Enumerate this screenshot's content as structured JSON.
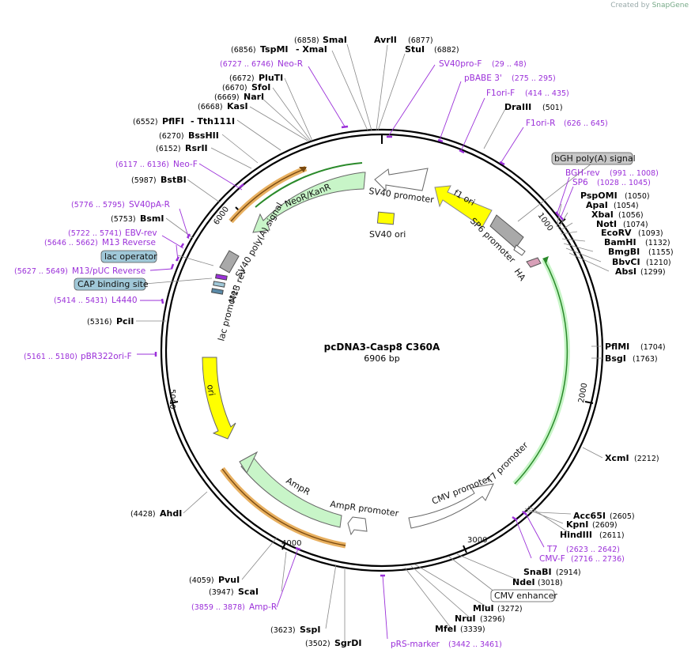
{
  "credit": {
    "prefix": "Created by",
    "brand": "SnapGene"
  },
  "plasmid": {
    "name": "pcDNA3-Casp8 C360A",
    "size": "6906 bp"
  },
  "ticks": [
    "1000",
    "2000",
    "3000",
    "4000",
    "5000",
    "6000"
  ],
  "colors": {
    "primer": "#9b30d9",
    "yellow": "#ffff00",
    "green": "#c8f5c8",
    "gray": "#a9a9a9",
    "tan": "#e8b060",
    "pink": "#d8a0b8",
    "blue": "#a0c8d8"
  },
  "features": {
    "sv40_promoter": "SV40 promoter",
    "f1_ori": "f1 ori",
    "sv40_ori": "SV40 ori",
    "neor": "NeoR/KanR",
    "sv40_polya": "SV40 poly(A) signal",
    "sp6_promoter": "SP6 promoter",
    "ha": "HA",
    "m13_rev": "M13 rev",
    "lac_promoter": "lac promoter",
    "ori": "ori",
    "ampr": "AmpR",
    "ampr_promoter": "AmpR promoter",
    "cmv_promoter": "CMV promoter",
    "t7_promoter": "T7 promoter"
  },
  "boxed": {
    "bgh": "bGH poly(A) signal",
    "lac_operator": "lac operator",
    "cap": "CAP binding site",
    "cmv_enhancer": "CMV enhancer"
  },
  "enzymes": {
    "smai": {
      "pos": "(6858)",
      "name": "SmaI"
    },
    "tspmi": {
      "pos": "(6856)",
      "name": "TspMI"
    },
    "xmai": {
      "name": "- XmaI"
    },
    "avrii": {
      "name": "AvrII",
      "pos": "(6877)"
    },
    "stui": {
      "name": "StuI",
      "pos": "(6882)"
    },
    "pluti": {
      "pos": "(6672)",
      "name": "PluTI"
    },
    "sfoi": {
      "pos": "(6670)",
      "name": "SfoI"
    },
    "nari": {
      "pos": "(6669)",
      "name": "NarI"
    },
    "kasi": {
      "pos": "(6668)",
      "name": "KasI"
    },
    "pflfi": {
      "pos": "(6552)",
      "name": "PflFI"
    },
    "tth111i": {
      "name": "- Tth111I"
    },
    "bsshii": {
      "pos": "(6270)",
      "name": "BssHII"
    },
    "rsrii": {
      "pos": "(6152)",
      "name": "RsrII"
    },
    "bstbi": {
      "pos": "(5987)",
      "name": "BstBI"
    },
    "bsmi": {
      "pos": "(5753)",
      "name": "BsmI"
    },
    "pcii": {
      "pos": "(5316)",
      "name": "PciI"
    },
    "ahdi": {
      "pos": "(4428)",
      "name": "AhdI"
    },
    "pvui": {
      "pos": "(4059)",
      "name": "PvuI"
    },
    "scai": {
      "pos": "(3947)",
      "name": "ScaI"
    },
    "sspi": {
      "pos": "(3623)",
      "name": "SspI"
    },
    "sgrdi": {
      "pos": "(3502)",
      "name": "SgrDI"
    },
    "mfei": {
      "name": "MfeI",
      "pos": "(3339)"
    },
    "nrui": {
      "name": "NruI",
      "pos": "(3296)"
    },
    "mlui": {
      "name": "MluI",
      "pos": "(3272)"
    },
    "ndei": {
      "name": "NdeI",
      "pos": "(3018)"
    },
    "snabi": {
      "name": "SnaBI",
      "pos": "(2914)"
    },
    "hindiii": {
      "name": "HindIII",
      "pos": "(2611)"
    },
    "kpni": {
      "name": "KpnI",
      "pos": "(2609)"
    },
    "acc65i": {
      "name": "Acc65I",
      "pos": "(2605)"
    },
    "xcmi": {
      "name": "XcmI",
      "pos": "(2212)"
    },
    "bsgi": {
      "name": "BsgI",
      "pos": "(1763)"
    },
    "pflmi": {
      "name": "PflMI",
      "pos": "(1704)"
    },
    "absi": {
      "name": "AbsI",
      "pos": "(1299)"
    },
    "bbvci": {
      "name": "BbvCI",
      "pos": "(1210)"
    },
    "bmgbi": {
      "name": "BmgBI",
      "pos": "(1155)"
    },
    "bamhi": {
      "name": "BamHI",
      "pos": "(1132)"
    },
    "ecorv": {
      "name": "EcoRV",
      "pos": "(1093)"
    },
    "noti": {
      "name": "NotI",
      "pos": "(1074)"
    },
    "xbai": {
      "name": "XbaI",
      "pos": "(1056)"
    },
    "apai": {
      "name": "ApaI",
      "pos": "(1054)"
    },
    "pspomi": {
      "name": "PspOMI",
      "pos": "(1050)"
    },
    "draiii": {
      "name": "DraIII",
      "pos": "(501)"
    }
  },
  "primers": {
    "neo_r": {
      "range": "(6727 .. 6746)",
      "name": "Neo-R"
    },
    "sv40pro_f": {
      "name": "SV40pro-F",
      "range": "(29 .. 48)"
    },
    "pbabe3": {
      "name": "pBABE 3'",
      "range": "(275 .. 295)"
    },
    "f1ori_f": {
      "name": "F1ori-F",
      "range": "(414 .. 435)"
    },
    "f1ori_r": {
      "name": "F1ori-R",
      "range": "(626 .. 645)"
    },
    "bgh_rev": {
      "name": "BGH-rev",
      "range": "(991 .. 1008)"
    },
    "sp6": {
      "name": "SP6",
      "range": "(1028 .. 1045)"
    },
    "neo_f": {
      "range": "(6117 .. 6136)",
      "name": "Neo-F"
    },
    "sv40pa_r": {
      "range": "(5776 .. 5795)",
      "name": "SV40pA-R"
    },
    "ebv_rev": {
      "range": "(5722 .. 5741)",
      "name": "EBV-rev"
    },
    "m13_reverse": {
      "range": "(5646 .. 5662)",
      "name": "M13 Reverse"
    },
    "m13_puc_reverse": {
      "range": "(5627 .. 5649)",
      "name": "M13/pUC Reverse"
    },
    "l4440": {
      "range": "(5414 .. 5431)",
      "name": "L4440"
    },
    "pbr322ori_f": {
      "range": "(5161 .. 5180)",
      "name": "pBR322ori-F"
    },
    "amp_r": {
      "range": "(3859 .. 3878)",
      "name": "Amp-R"
    },
    "prs_marker": {
      "name": "pRS-marker",
      "range": "(3442 .. 3461)"
    },
    "t7": {
      "name": "T7",
      "range": "(2623 .. 2642)"
    },
    "cmv_f": {
      "name": "CMV-F",
      "range": "(2716 .. 2736)"
    }
  }
}
